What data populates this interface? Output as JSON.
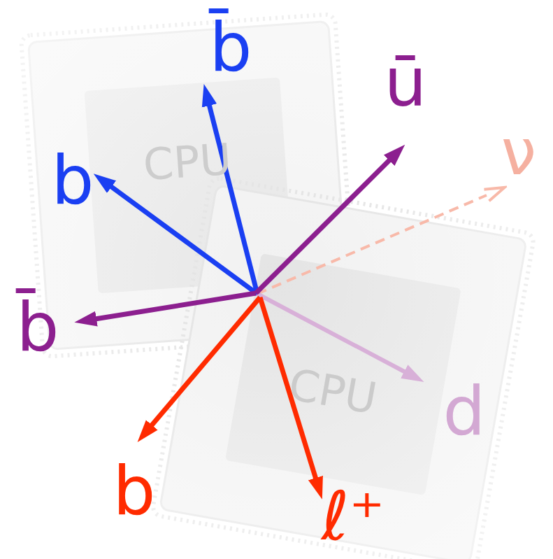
{
  "diagram": {
    "labels": [
      "b̄",
      "ū",
      "ν",
      "b",
      "CPU",
      "b̄",
      "CPU",
      "d",
      "b",
      "ℓ⁺"
    ]
  }
}
